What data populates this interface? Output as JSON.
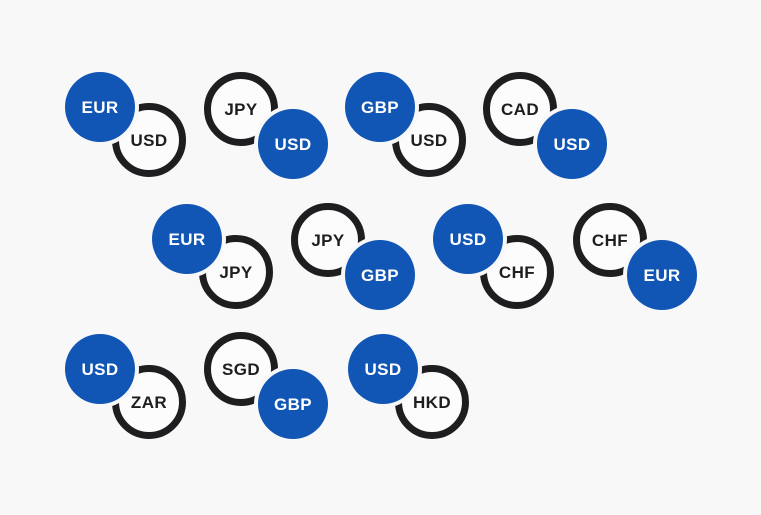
{
  "page": {
    "background_color": "#f8f8f8",
    "description": "Grid of currency pair badges"
  },
  "colors": {
    "accent_blue": "#1155b5",
    "ink": "#1e1e20",
    "badge_fill": "#fcfcfc",
    "blue_text": "#ffffff"
  },
  "pairs": [
    {
      "name": "EUR/USD",
      "first": {
        "code": "EUR",
        "variant": "blue"
      },
      "second": {
        "code": "USD",
        "variant": "outline"
      }
    },
    {
      "name": "JPY/USD",
      "first": {
        "code": "JPY",
        "variant": "outline"
      },
      "second": {
        "code": "USD",
        "variant": "blue"
      }
    },
    {
      "name": "GBP/USD",
      "first": {
        "code": "GBP",
        "variant": "blue"
      },
      "second": {
        "code": "USD",
        "variant": "outline"
      }
    },
    {
      "name": "CAD/USD",
      "first": {
        "code": "CAD",
        "variant": "outline"
      },
      "second": {
        "code": "USD",
        "variant": "blue"
      }
    },
    {
      "name": "EUR/JPY",
      "first": {
        "code": "EUR",
        "variant": "blue"
      },
      "second": {
        "code": "JPY",
        "variant": "outline"
      }
    },
    {
      "name": "JPY/GBP",
      "first": {
        "code": "JPY",
        "variant": "outline"
      },
      "second": {
        "code": "GBP",
        "variant": "blue"
      }
    },
    {
      "name": "USD/CHF",
      "first": {
        "code": "USD",
        "variant": "blue"
      },
      "second": {
        "code": "CHF",
        "variant": "outline"
      }
    },
    {
      "name": "CHF/EUR",
      "first": {
        "code": "CHF",
        "variant": "outline"
      },
      "second": {
        "code": "EUR",
        "variant": "blue"
      }
    },
    {
      "name": "USD/ZAR",
      "first": {
        "code": "USD",
        "variant": "blue"
      },
      "second": {
        "code": "ZAR",
        "variant": "outline"
      }
    },
    {
      "name": "SGD/GBP",
      "first": {
        "code": "SGD",
        "variant": "outline"
      },
      "second": {
        "code": "GBP",
        "variant": "blue"
      }
    },
    {
      "name": "USD/HKD",
      "first": {
        "code": "USD",
        "variant": "blue"
      },
      "second": {
        "code": "HKD",
        "variant": "outline"
      }
    }
  ]
}
